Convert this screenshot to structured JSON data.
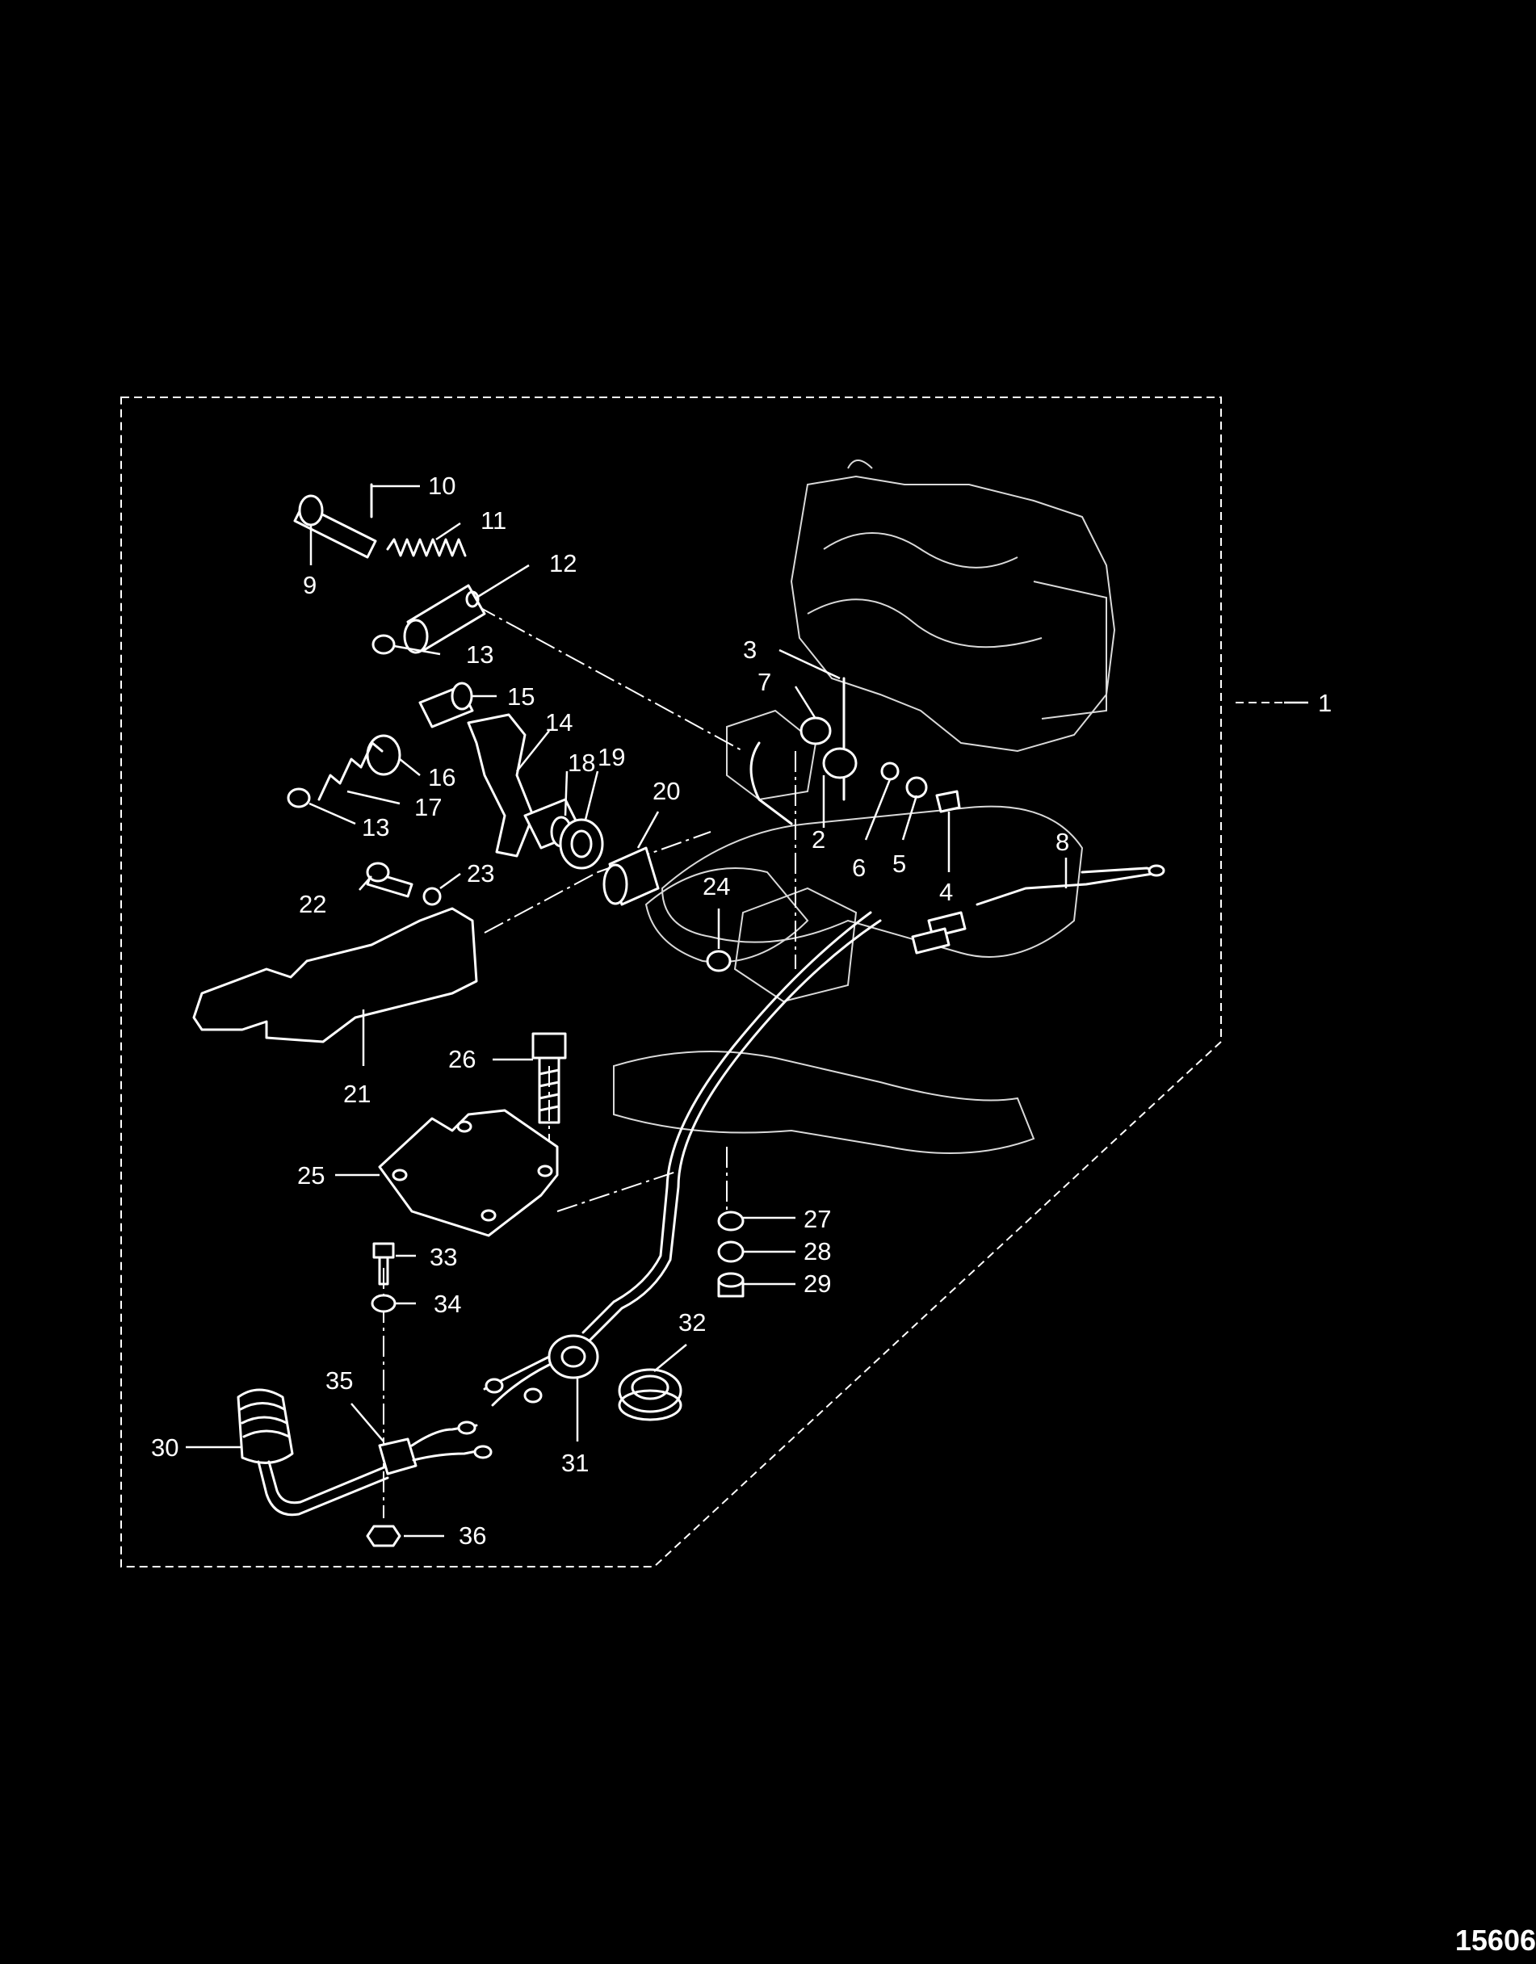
{
  "diagram": {
    "figure_number": "15606",
    "callouts": [
      "1",
      "2",
      "3",
      "4",
      "5",
      "6",
      "7",
      "8",
      "9",
      "10",
      "11",
      "12",
      "13",
      "13",
      "14",
      "15",
      "16",
      "17",
      "18",
      "19",
      "20",
      "21",
      "22",
      "23",
      "24",
      "25",
      "26",
      "27",
      "28",
      "29",
      "30",
      "31",
      "32",
      "33",
      "34",
      "35",
      "36"
    ]
  },
  "colors": {
    "background": "#000000",
    "linework": "#ffffff"
  }
}
